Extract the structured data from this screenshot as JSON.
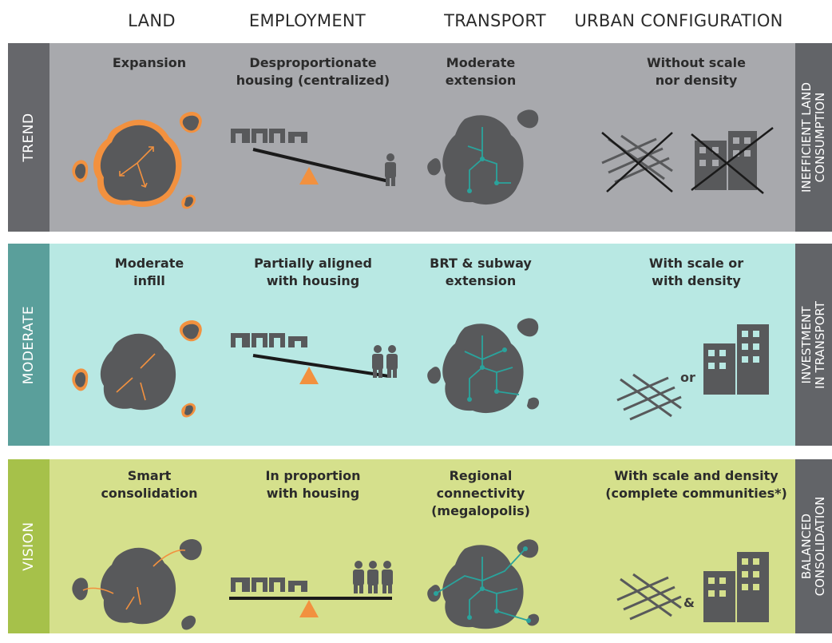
{
  "columns": [
    "LAND",
    "EMPLOYMENT",
    "TRANSPORT",
    "URBAN CONFIGURATION"
  ],
  "rows": [
    {
      "label": "TREND",
      "side_line1": "INEFFICIENT LAND",
      "side_line2": "CONSUMPTION",
      "land": "Expansion",
      "employment": "Desproportionate\nhousing (centralized)",
      "transport": "Moderate\nextension",
      "urban": "Without scale\nnor density"
    },
    {
      "label": "MODERATE",
      "side_line1": "INVESTMENT",
      "side_line2": "IN TRANSPORT",
      "land": "Moderate\ninfill",
      "employment": "Partially aligned\nwith housing",
      "transport": "BRT & subway\nextension",
      "urban": "With scale or\nwith density",
      "connector": "or"
    },
    {
      "label": "VISION",
      "side_line1": "BALANCED",
      "side_line2": "CONSOLIDATION",
      "land": "Smart\nconsolidation",
      "employment": "In proportion\nwith housing",
      "transport": "Regional\nconnectivity\n(megalopolis)",
      "urban": "With scale and density\n(complete communities*)",
      "connector": "&"
    }
  ],
  "colors": {
    "trend_bg": "#a8a9ad",
    "trend_label": "#66676b",
    "moderate_bg": "#b8e8e3",
    "moderate_label": "#5a9f9b",
    "vision_bg": "#d5e08c",
    "vision_label": "#a6c14a",
    "accent_orange": "#f2913f",
    "teal": "#2aa39c",
    "dark": "#58595b",
    "sidebar": "#626468"
  }
}
